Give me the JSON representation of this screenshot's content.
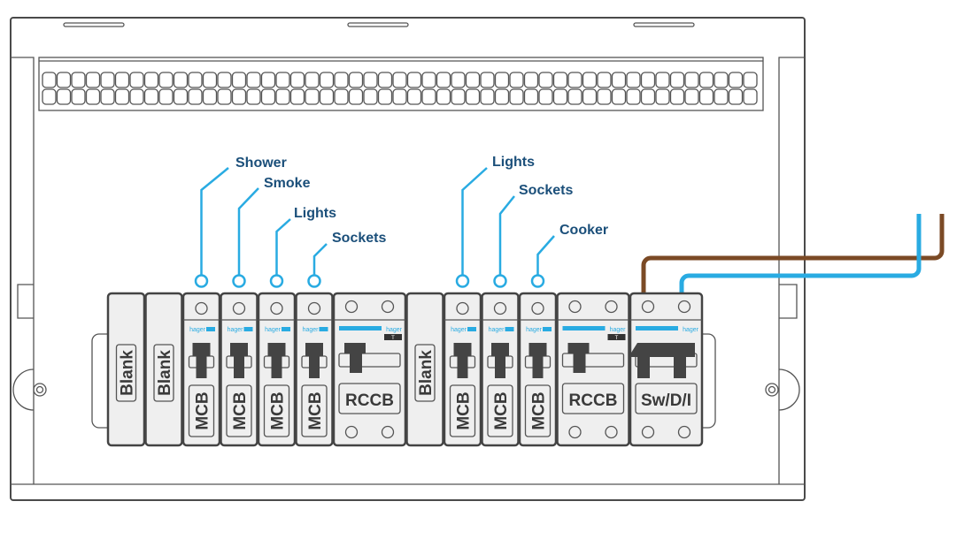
{
  "colors": {
    "label": "#1b4f7a",
    "leader": "#29abe2",
    "live_wire": "#7b4a25",
    "neutral_wire": "#29abe2",
    "outline": "#444444",
    "module_fill": "#efefef"
  },
  "brand": "hager",
  "rccb_type_mark": "T",
  "modules": [
    {
      "type": "Blank"
    },
    {
      "type": "Blank"
    },
    {
      "type": "MCB"
    },
    {
      "type": "MCB"
    },
    {
      "type": "MCB"
    },
    {
      "type": "MCB"
    },
    {
      "type": "RCCB"
    },
    {
      "type": "Blank"
    },
    {
      "type": "MCB"
    },
    {
      "type": "MCB"
    },
    {
      "type": "MCB"
    },
    {
      "type": "RCCB"
    },
    {
      "type": "Sw/D/I"
    }
  ],
  "circuit_labels": [
    "Shower",
    "Smoke",
    "Lights",
    "Sockets",
    "Lights",
    "Sockets",
    "Cooker"
  ]
}
